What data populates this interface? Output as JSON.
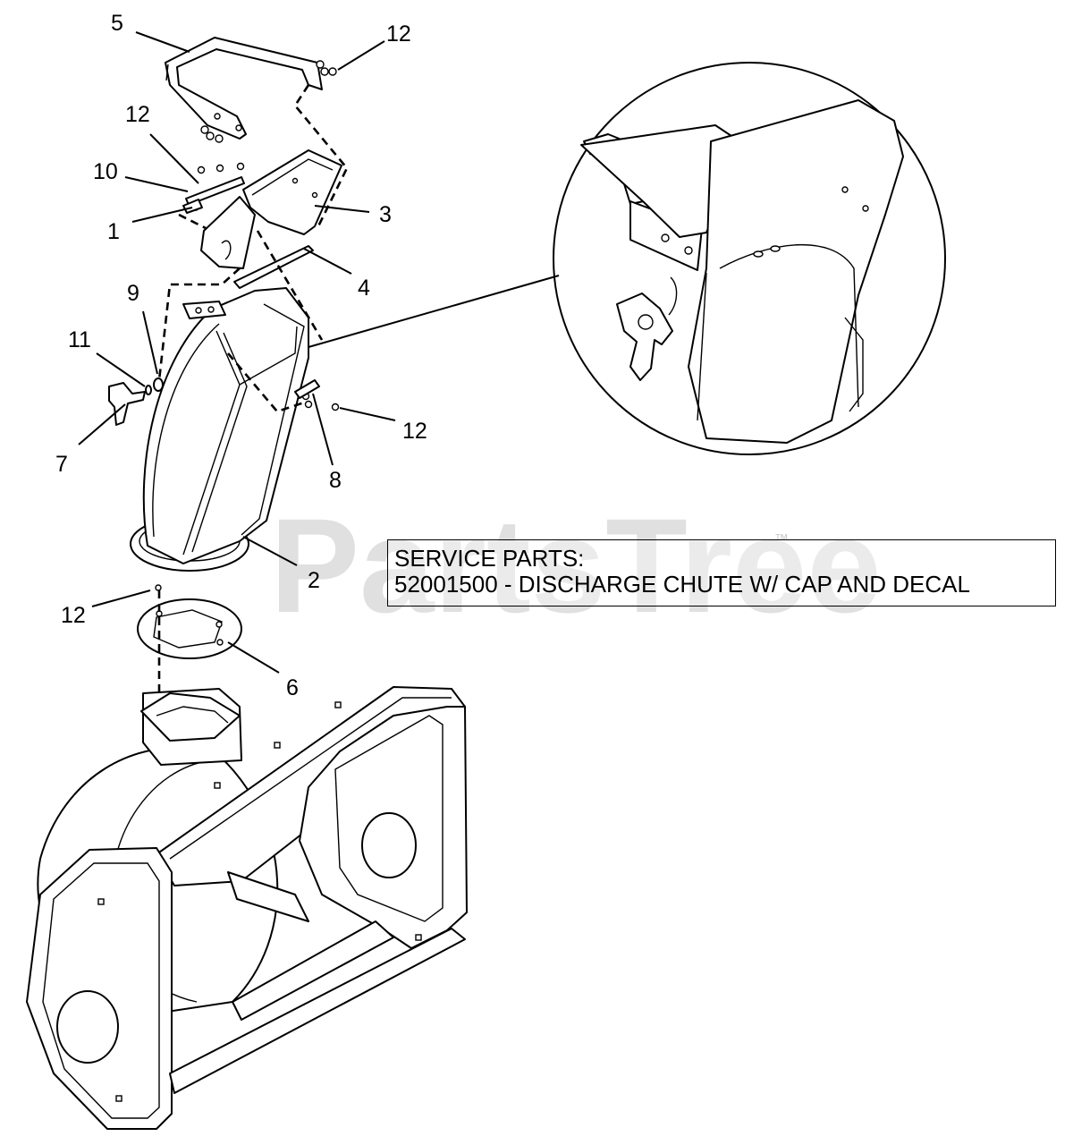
{
  "watermark": {
    "text": "PartsTree",
    "mark": "™"
  },
  "service_box": {
    "heading": "SERVICE PARTS:",
    "line": "52001500 - DISCHARGE CHUTE W/ CAP AND DECAL"
  },
  "callouts": [
    "5",
    "12",
    "12",
    "10",
    "1",
    "3",
    "4",
    "9",
    "11",
    "7",
    "12",
    "8",
    "2",
    "12",
    "6"
  ],
  "parts": [
    "adjustment-bracket",
    "chute-deflector",
    "deflector-cap",
    "deflector-hinge",
    "discharge-chute",
    "chute-base-ring",
    "chute-flange-plate",
    "knob",
    "washer",
    "carriage-bolt",
    "hinge-pin",
    "hardware-nuts",
    "auger-housing",
    "detail-view"
  ]
}
